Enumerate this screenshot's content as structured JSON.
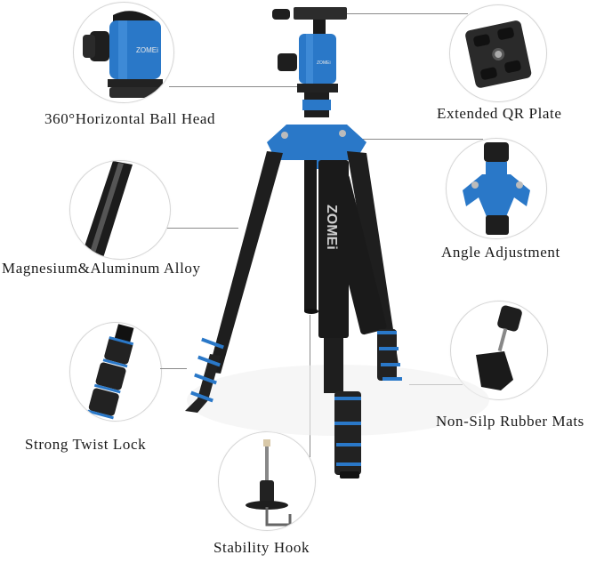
{
  "product": {
    "brand": "ZOMEi",
    "type": "tripod",
    "accent_color": "#2a78c8",
    "body_color": "#1c1c1c"
  },
  "callouts": [
    {
      "id": "ball-head",
      "label": "360°Horizontal Ball Head"
    },
    {
      "id": "qr-plate",
      "label": "Extended QR Plate"
    },
    {
      "id": "alloy",
      "label": "Magnesium&Aluminum Alloy"
    },
    {
      "id": "angle",
      "label": "Angle Adjustment"
    },
    {
      "id": "rubber-mats",
      "label": "Non-Silp Rubber Mats"
    },
    {
      "id": "twist-lock",
      "label": "Strong  Twist Lock"
    },
    {
      "id": "hook",
      "label": "Stability Hook"
    }
  ],
  "center_leg_logo": "ZOMEi"
}
